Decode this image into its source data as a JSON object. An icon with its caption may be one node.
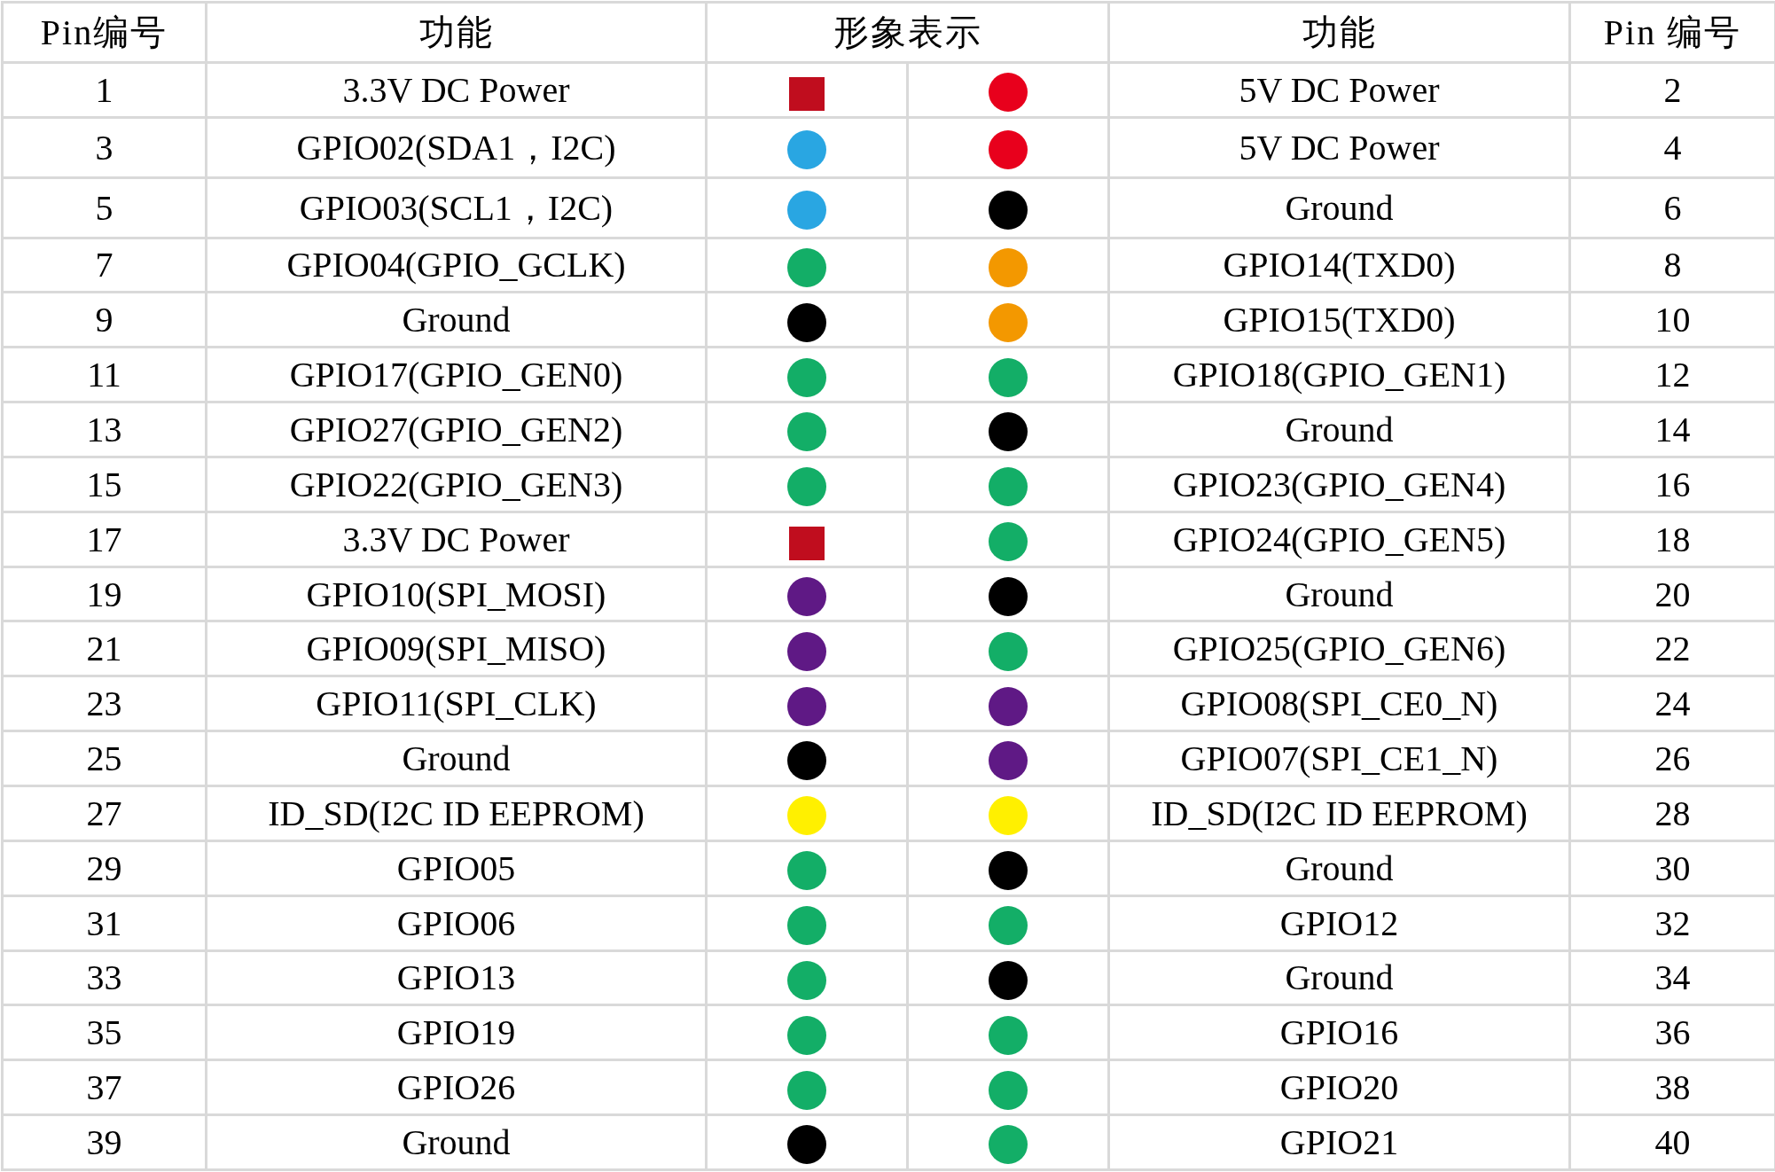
{
  "diagram": {
    "labels": [
      "Pin编号",
      "功能",
      "形象表示",
      "功能",
      "Pin 编号",
      "1",
      "3.3V DC Power",
      "5V DC Power",
      "2",
      "3",
      "GPIO02(SDA1，I2C)",
      "5V DC Power",
      "4",
      "5",
      "GPIO03(SCL1，I2C)",
      "Ground",
      "6",
      "7",
      "GPIO04(GPIO_GCLK)",
      "GPIO14(TXD0)",
      "8",
      "9",
      "Ground",
      "GPIO15(TXD0)",
      "10",
      "11",
      "GPIO17(GPIO_GEN0)",
      "GPIO18(GPIO_GEN1)",
      "12",
      "13",
      "GPIO27(GPIO_GEN2)",
      "Ground",
      "14",
      "15",
      "GPIO22(GPIO_GEN3)",
      "GPIO23(GPIO_GEN4)",
      "16",
      "17",
      "3.3V DC Power",
      "GPIO24(GPIO_GEN5)",
      "18",
      "19",
      "GPIO10(SPI_MOSI)",
      "Ground",
      "20",
      "21",
      "GPIO09(SPI_MISO)",
      "GPIO25(GPIO_GEN6)",
      "22",
      "23",
      "GPIO11(SPI_CLK)",
      "GPIO08(SPI_CE0_N)",
      "24",
      "25",
      "Ground",
      "GPIO07(SPI_CE1_N)",
      "26",
      "27",
      "ID_SD(I2C ID EEPROM)",
      "ID_SD(I2C ID EEPROM)",
      "28",
      "29",
      "GPIO05",
      "Ground",
      "30",
      "31",
      "GPIO06",
      "GPIO12",
      "32",
      "33",
      "GPIO13",
      "Ground",
      "34",
      "35",
      "GPIO19",
      "GPIO16",
      "36",
      "37",
      "GPIO26",
      "GPIO20",
      "38",
      "39",
      "Ground",
      "GPIO21",
      "40"
    ]
  }
}
